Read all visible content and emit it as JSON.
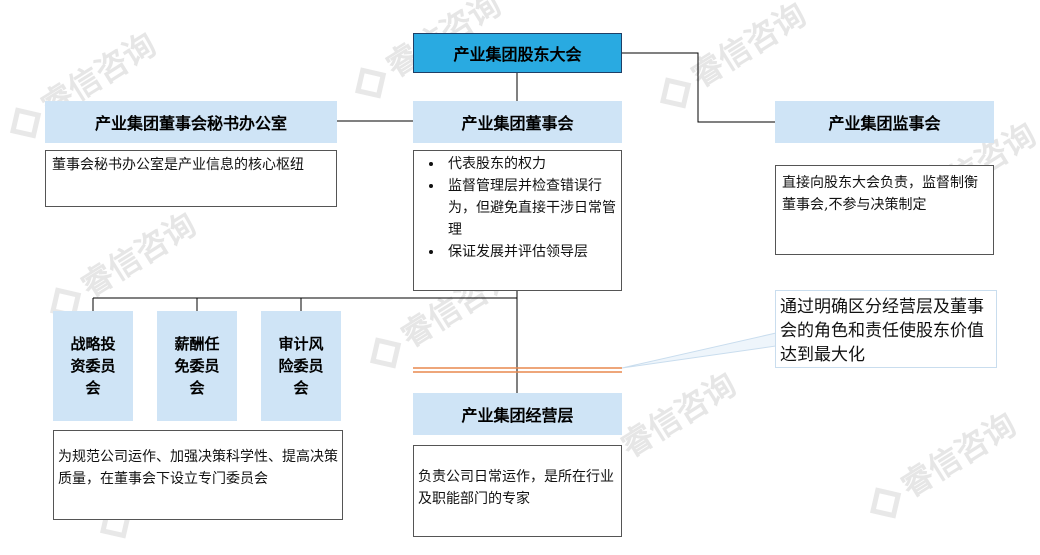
{
  "shareholders": {
    "title": "产业集团股东大会"
  },
  "board": {
    "title": "产业集团董事会",
    "items": [
      "代表股东的权力",
      "监督管理层并检查错误行为，但避免直接干涉日常管理",
      "保证发展并评估领导层"
    ]
  },
  "secretary": {
    "title": "产业集团董事会秘书办公室",
    "desc": "董事会秘书办公室是产业信息的核心枢纽"
  },
  "supervisory": {
    "title": "产业集团监事会",
    "desc": "直接向股东大会负责，监督制衡董事会,不参与决策制定"
  },
  "committees": {
    "items": [
      "战略投资委员会",
      "薪酬任免委员会",
      "审计风险委员会"
    ],
    "desc": "为规范公司运作、加强决策科学性、提高决策质量，在董事会下设立专门委员会"
  },
  "management": {
    "title": "产业集团经营层",
    "desc": "负责公司日常运作，是所在行业及职能部门的专家"
  },
  "note": {
    "text": "通过明确区分经营层及董事会的角色和责任使股东价值达到最大化"
  },
  "watermark": {
    "text": "睿信咨询"
  },
  "colors": {
    "header": "#cfe4f6",
    "top": "#29aae1",
    "accent_line": "#e8894f"
  }
}
